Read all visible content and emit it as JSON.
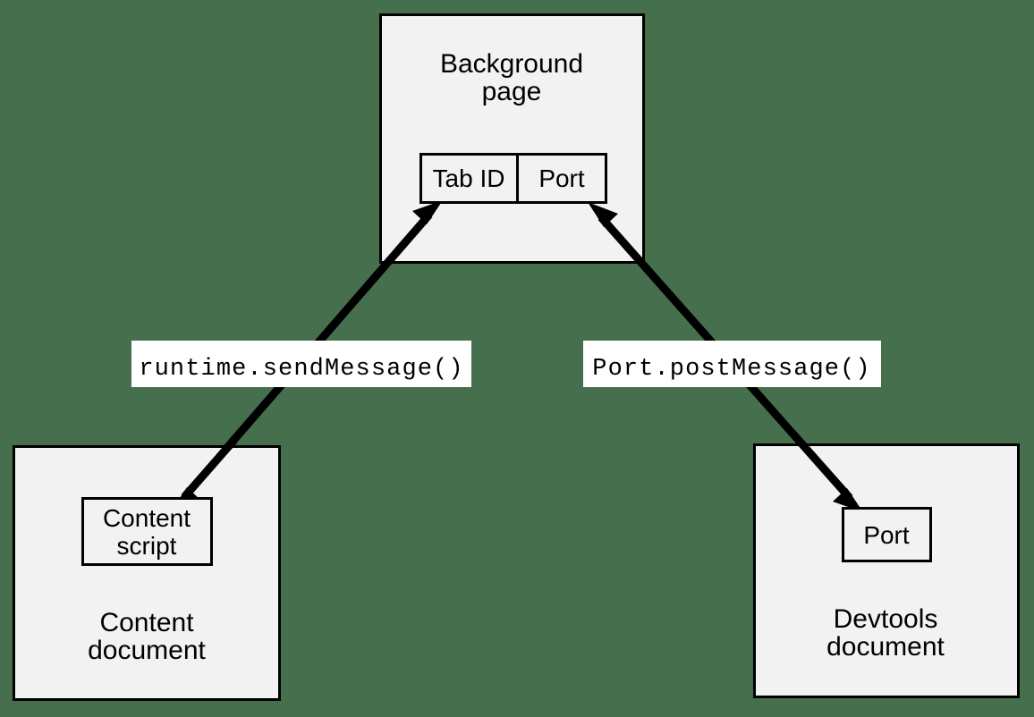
{
  "diagram": {
    "title": "Chrome extension messaging between background page, content script and devtools",
    "background_color": "#46704d",
    "box_fill": "#f2f2f2",
    "label_fill": "#ffffff",
    "stroke_color": "#000000"
  },
  "background_page": {
    "title_line1": "Background",
    "title_line2": "page",
    "table": {
      "columns": [
        "Tab ID",
        "Port"
      ]
    }
  },
  "content_document": {
    "inner_box_line1": "Content",
    "inner_box_line2": "script",
    "caption_line1": "Content",
    "caption_line2": "document"
  },
  "devtools_document": {
    "inner_box_label": "Port",
    "caption_line1": "Devtools",
    "caption_line2": "document"
  },
  "connections": [
    {
      "label": "runtime.sendMessage()",
      "from": "Content script",
      "to": "Background page Tab ID",
      "direction": "bidirectional"
    },
    {
      "label": "Port.postMessage()",
      "from": "Devtools Port",
      "to": "Background page Port",
      "direction": "bidirectional"
    }
  ]
}
